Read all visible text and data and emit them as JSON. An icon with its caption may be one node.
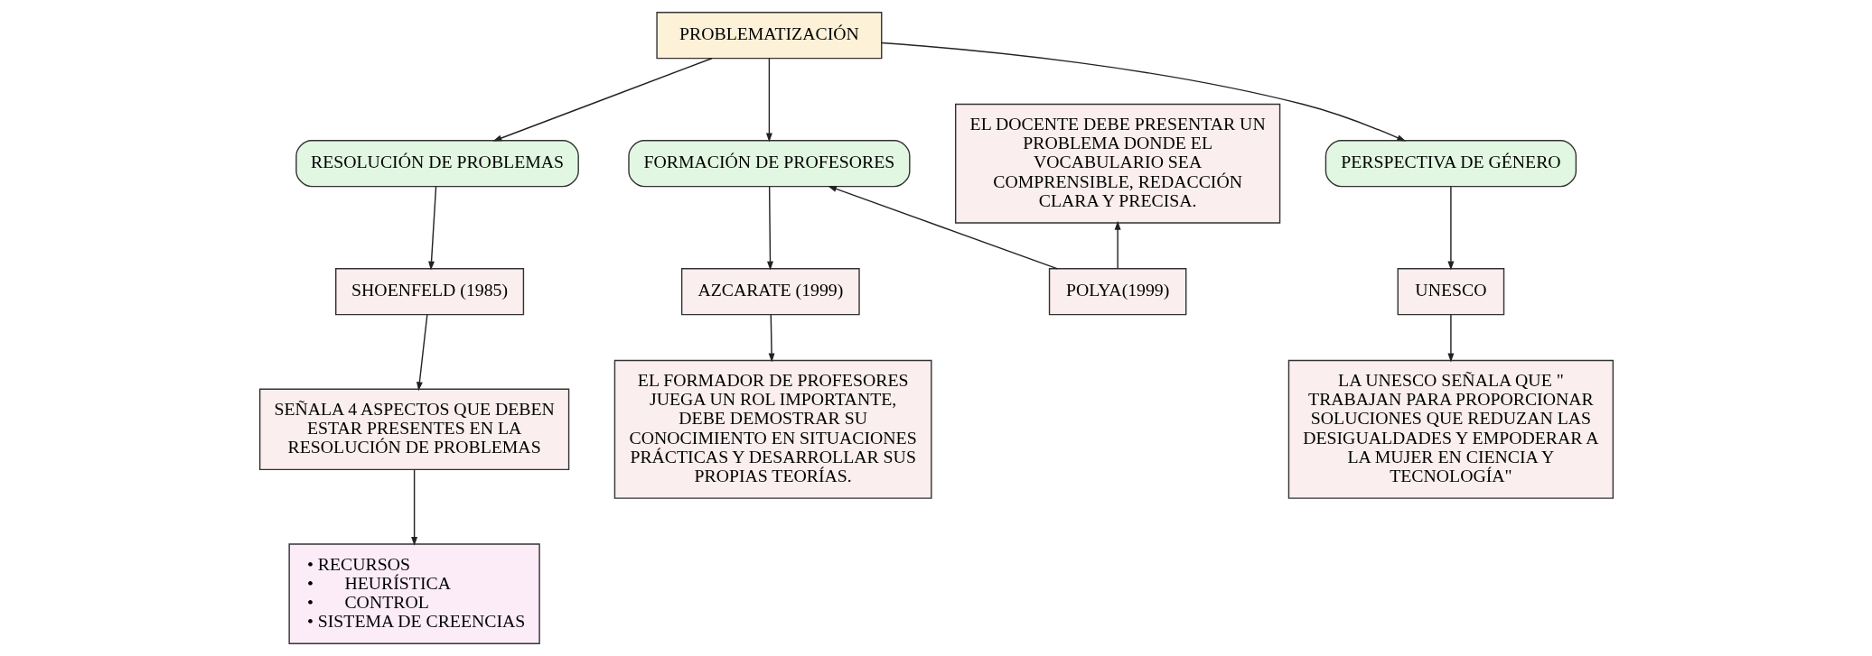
{
  "diagram": {
    "nodes": [
      {
        "text": [
          "PROBLEMATIZACIÓN"
        ]
      },
      {
        "text": [
          "RESOLUCIÓN DE PROBLEMAS"
        ]
      },
      {
        "text": [
          "FORMACIÓN DE PROFESORES"
        ]
      },
      {
        "text": [
          "PERSPECTIVA DE GÉNERO"
        ]
      },
      {
        "text": [
          "SHOENFELD (1985)"
        ]
      },
      {
        "text": [
          "AZCARATE (1999)"
        ]
      },
      {
        "text": [
          "POLYA(1999)"
        ]
      },
      {
        "text": [
          "UNESCO"
        ]
      },
      {
        "text": [
          "SEÑALA 4 ASPECTOS QUE DEBEN ESTAR PRESENTES EN LA RESOLUCIÓN DE PROBLEMAS"
        ]
      },
      {
        "text": [
          "EL FORMADOR DE PROFESORES JUEGA UN ROL IMPORTANTE, DEBE DEMOSTRAR SU CONOCIMIENTO EN SITUACIONES PRÁCTICAS Y DESARROLLAR SUS PROPIAS TEORÍAS."
        ]
      },
      {
        "text": [
          "EL DOCENTE DEBE PRESENTAR UN PROBLEMA DONDE EL VOCABULARIO SEA COMPRENSIBLE, REDACCIÓN CLARA Y PRECISA."
        ]
      },
      {
        "text": [
          "LA UNESCO SEÑALA QUE \" TRABAJAN PARA PROPORCIONAR SOLUCIONES QUE REDUZAN LAS DESIGUALDADES Y EMPODERAR A LA MUJER EN CIENCIA Y TECNOLOGÍA\""
        ]
      },
      {
        "text": [
          "• RECURSOS",
          "•       HEURÍSTICA",
          "•       CONTROL",
          "• SISTEMA DE CREENCIAS"
        ]
      }
    ],
    "edges": [
      {
        "from": 0,
        "to": 1,
        "arrow": "to"
      },
      {
        "from": 0,
        "to": 2,
        "arrow": "to"
      },
      {
        "from": 0,
        "to": 3,
        "arrow": "to"
      },
      {
        "from": 1,
        "to": 4,
        "arrow": "to"
      },
      {
        "from": 2,
        "to": 5,
        "arrow": "to"
      },
      {
        "from": 6,
        "to": 2,
        "arrow": "to"
      },
      {
        "from": 3,
        "to": 7,
        "arrow": "to"
      },
      {
        "from": 4,
        "to": 8,
        "arrow": "to"
      },
      {
        "from": 5,
        "to": 9,
        "arrow": "to"
      },
      {
        "from": 6,
        "to": 10,
        "arrow": "to"
      },
      {
        "from": 7,
        "to": 11,
        "arrow": "to"
      },
      {
        "from": 8,
        "to": 12,
        "arrow": "to"
      }
    ]
  }
}
